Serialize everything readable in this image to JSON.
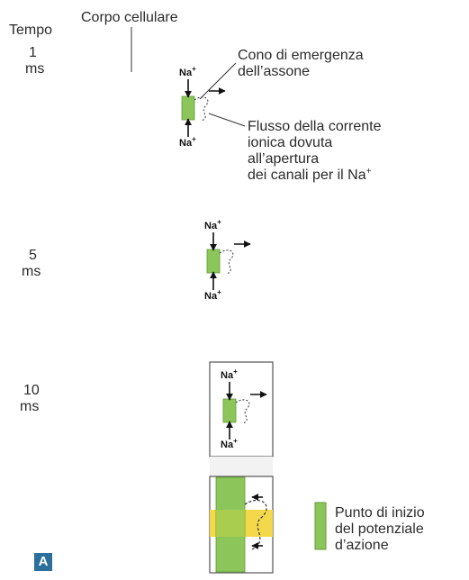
{
  "labels": {
    "time_header": "Tempo",
    "cell_body": "Corpo cellulare",
    "axon_hillock_line1": "Cono di emergenza",
    "axon_hillock_line2": "dell’assone",
    "flow_line1": "Flusso della corrente",
    "flow_line2": "ionica dovuta",
    "flow_line3": "all’apertura",
    "flow_line4": "dei canali per il Na",
    "flow_line4_sup": "+",
    "legend_line1": "Punto di inizio",
    "legend_line2": "del potenziale",
    "legend_line3": "d’azione",
    "panel_letter": "A"
  },
  "ion": {
    "symbol": "Na",
    "charge": "+"
  },
  "rows": [
    {
      "time_value": "1",
      "time_unit": "ms"
    },
    {
      "time_value": "5",
      "time_unit": "ms"
    },
    {
      "time_value": "10",
      "time_unit": "ms"
    }
  ],
  "colors": {
    "neuron_fill": "#f3d84c",
    "neuron_stroke": "#e7c22a",
    "nucleus": "#c98b3c",
    "initiation_zone": "#8cc65a",
    "initiation_stroke": "#5f9a35",
    "box_stroke": "#555555",
    "badge": "#2d6f9b"
  }
}
